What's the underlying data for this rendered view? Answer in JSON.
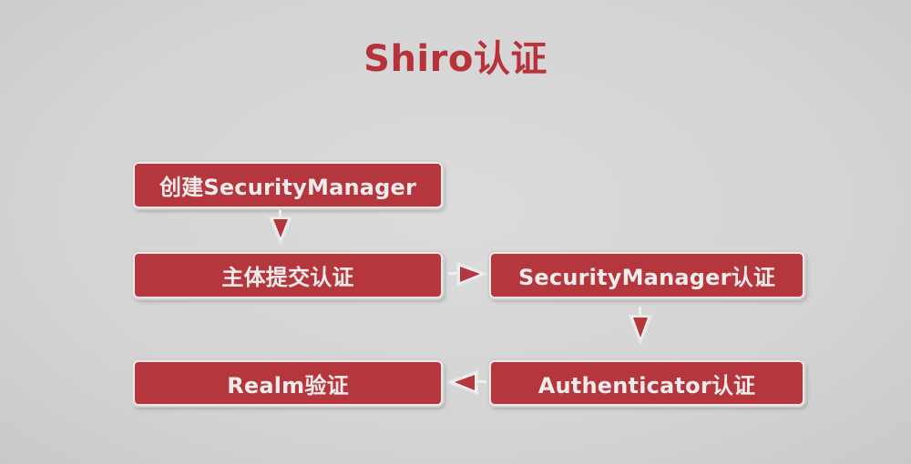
{
  "title": "Shiro认证",
  "colors": {
    "background": "#d6d6d6",
    "box_fill": "#b5363c",
    "box_text": "#f1ecec",
    "title": "#b8323a",
    "arrow": "#b5363c"
  },
  "nodes": [
    {
      "id": "create-security-manager",
      "label": "创建SecurityManager"
    },
    {
      "id": "subject-submit-auth",
      "label": "主体提交认证"
    },
    {
      "id": "security-manager-auth",
      "label": "SecurityManager认证"
    },
    {
      "id": "authenticator-auth",
      "label": "Authenticator认证"
    },
    {
      "id": "realm-verify",
      "label": "Realm验证"
    }
  ],
  "edges": [
    {
      "from": "create-security-manager",
      "to": "subject-submit-auth",
      "direction": "down"
    },
    {
      "from": "subject-submit-auth",
      "to": "security-manager-auth",
      "direction": "right"
    },
    {
      "from": "security-manager-auth",
      "to": "authenticator-auth",
      "direction": "down"
    },
    {
      "from": "authenticator-auth",
      "to": "realm-verify",
      "direction": "left"
    }
  ]
}
